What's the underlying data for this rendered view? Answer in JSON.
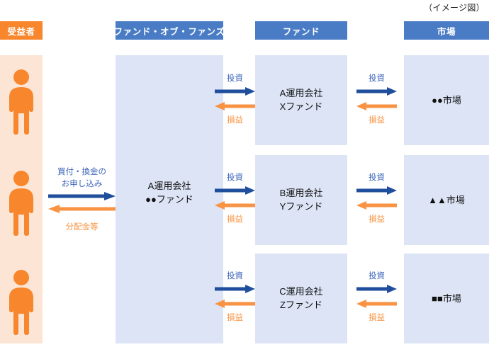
{
  "note": "（イメージ図）",
  "colors": {
    "beneficiary_header": "#F7862C",
    "beneficiary_body": "#FCE5D4",
    "person_icon": "#F7862C",
    "blue_header": "#4A7CC6",
    "blue_body": "#DCE4F5",
    "arrow_blue": "#1F4E9C",
    "arrow_orange": "#F79343",
    "caption_blue": "#3A63B8",
    "caption_orange": "#F79343"
  },
  "columns": [
    {
      "key": "beneficiary",
      "header": "受益者"
    },
    {
      "key": "fund_of_funds",
      "header": "ファンド・オブ・ファンズ"
    },
    {
      "key": "fund",
      "header": "ファンド"
    },
    {
      "key": "market",
      "header": "市場"
    }
  ],
  "beneficiary": {
    "header": "受益者",
    "icons": [
      "person-icon",
      "person-icon",
      "person-icon"
    ]
  },
  "fund_of_funds": {
    "header": "ファンド・オブ・ファンズ",
    "box": {
      "line1": "A運用会社",
      "line2": "●●ファンド"
    }
  },
  "funds": {
    "header": "ファンド",
    "boxes": [
      {
        "line1": "A運用会社",
        "line2": "Xファンド"
      },
      {
        "line1": "B運用会社",
        "line2": "Yファンド"
      },
      {
        "line1": "C運用会社",
        "line2": "Zファンド"
      }
    ]
  },
  "markets": {
    "header": "市場",
    "boxes": [
      {
        "line1": "●●市場"
      },
      {
        "line1": "▲▲市場"
      },
      {
        "line1": "■■市場"
      }
    ]
  },
  "arrows": {
    "investor": {
      "forward_label_line1": "買付・換金の",
      "forward_label_line2": "お申し込み",
      "backward_label": "分配金等"
    },
    "investment": {
      "forward_label": "投資",
      "backward_label": "損益"
    }
  }
}
